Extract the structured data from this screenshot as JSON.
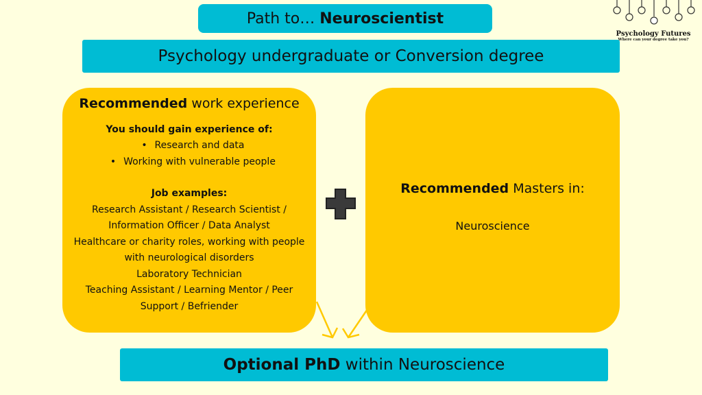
{
  "title": {
    "prefix": "Path to… ",
    "bold": "Neuroscientist"
  },
  "subtitle": "Psychology undergraduate or Conversion degree",
  "work": {
    "heading_bold": "Recommended",
    "heading_rest": " work experience",
    "gain_label": "You should gain experience of:",
    "gain_items": [
      "Research and data",
      "Working with vulnerable people"
    ],
    "jobs_label": "Job examples:",
    "jobs": [
      "Research Assistant / Research Scientist / Information Officer / Data Analyst",
      "Healthcare or charity roles, working with people with neurological disorders",
      "Laboratory Technician",
      "Teaching Assistant / Learning Mentor / Peer Support / Befriender"
    ]
  },
  "masters": {
    "heading_bold": "Recommended",
    "heading_rest": " Masters in:",
    "subject": "Neuroscience"
  },
  "phd": {
    "bold": "Optional PhD",
    "rest": " within Neuroscience"
  },
  "logo": {
    "name": "Psychology Futures",
    "tagline": "Where can your degree take you?"
  },
  "colors": {
    "background": "#ffffdf",
    "cyan": "#00bcd4",
    "yellow": "#ffc900"
  }
}
